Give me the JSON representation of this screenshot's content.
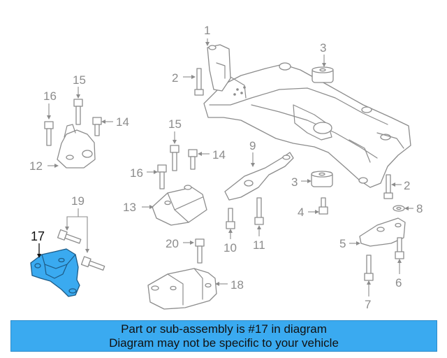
{
  "callouts": {
    "c1": "1",
    "c2a": "2",
    "c2b": "2",
    "c3a": "3",
    "c3b": "3",
    "c4": "4",
    "c5": "5",
    "c6": "6",
    "c7": "7",
    "c8": "8",
    "c9": "9",
    "c10": "10",
    "c11": "11",
    "c12": "12",
    "c13": "13",
    "c14a": "14",
    "c14b": "14",
    "c15a": "15",
    "c15b": "15",
    "c16a": "16",
    "c16b": "16",
    "c17": "17",
    "c18": "18",
    "c19": "19",
    "c20": "20"
  },
  "highlight": {
    "part_number": "17",
    "color": "#3aaaf0"
  },
  "banner": {
    "line1": "Part or sub-assembly is #17 in diagram",
    "line2": "Diagram may not be specific to your vehicle"
  },
  "colors": {
    "line": "#8c8c8c",
    "banner": "#3aaaf0",
    "highlight_part": "#3aaaf0"
  }
}
